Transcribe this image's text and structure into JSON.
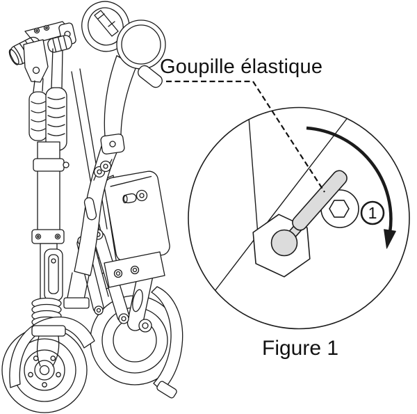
{
  "figure": {
    "callout_label": "Goupille élastique",
    "caption": "Figure 1",
    "step_number": "1"
  },
  "icons": {
    "rotation_arrow": "clockwise-rotation-arrow-icon",
    "detail_circle": "magnified-detail-circle",
    "leader_line": "dashed-callout-leader"
  },
  "colors": {
    "line": "#1b1b1b",
    "pin_fill": "#dcdcdc",
    "background": "#ffffff"
  }
}
